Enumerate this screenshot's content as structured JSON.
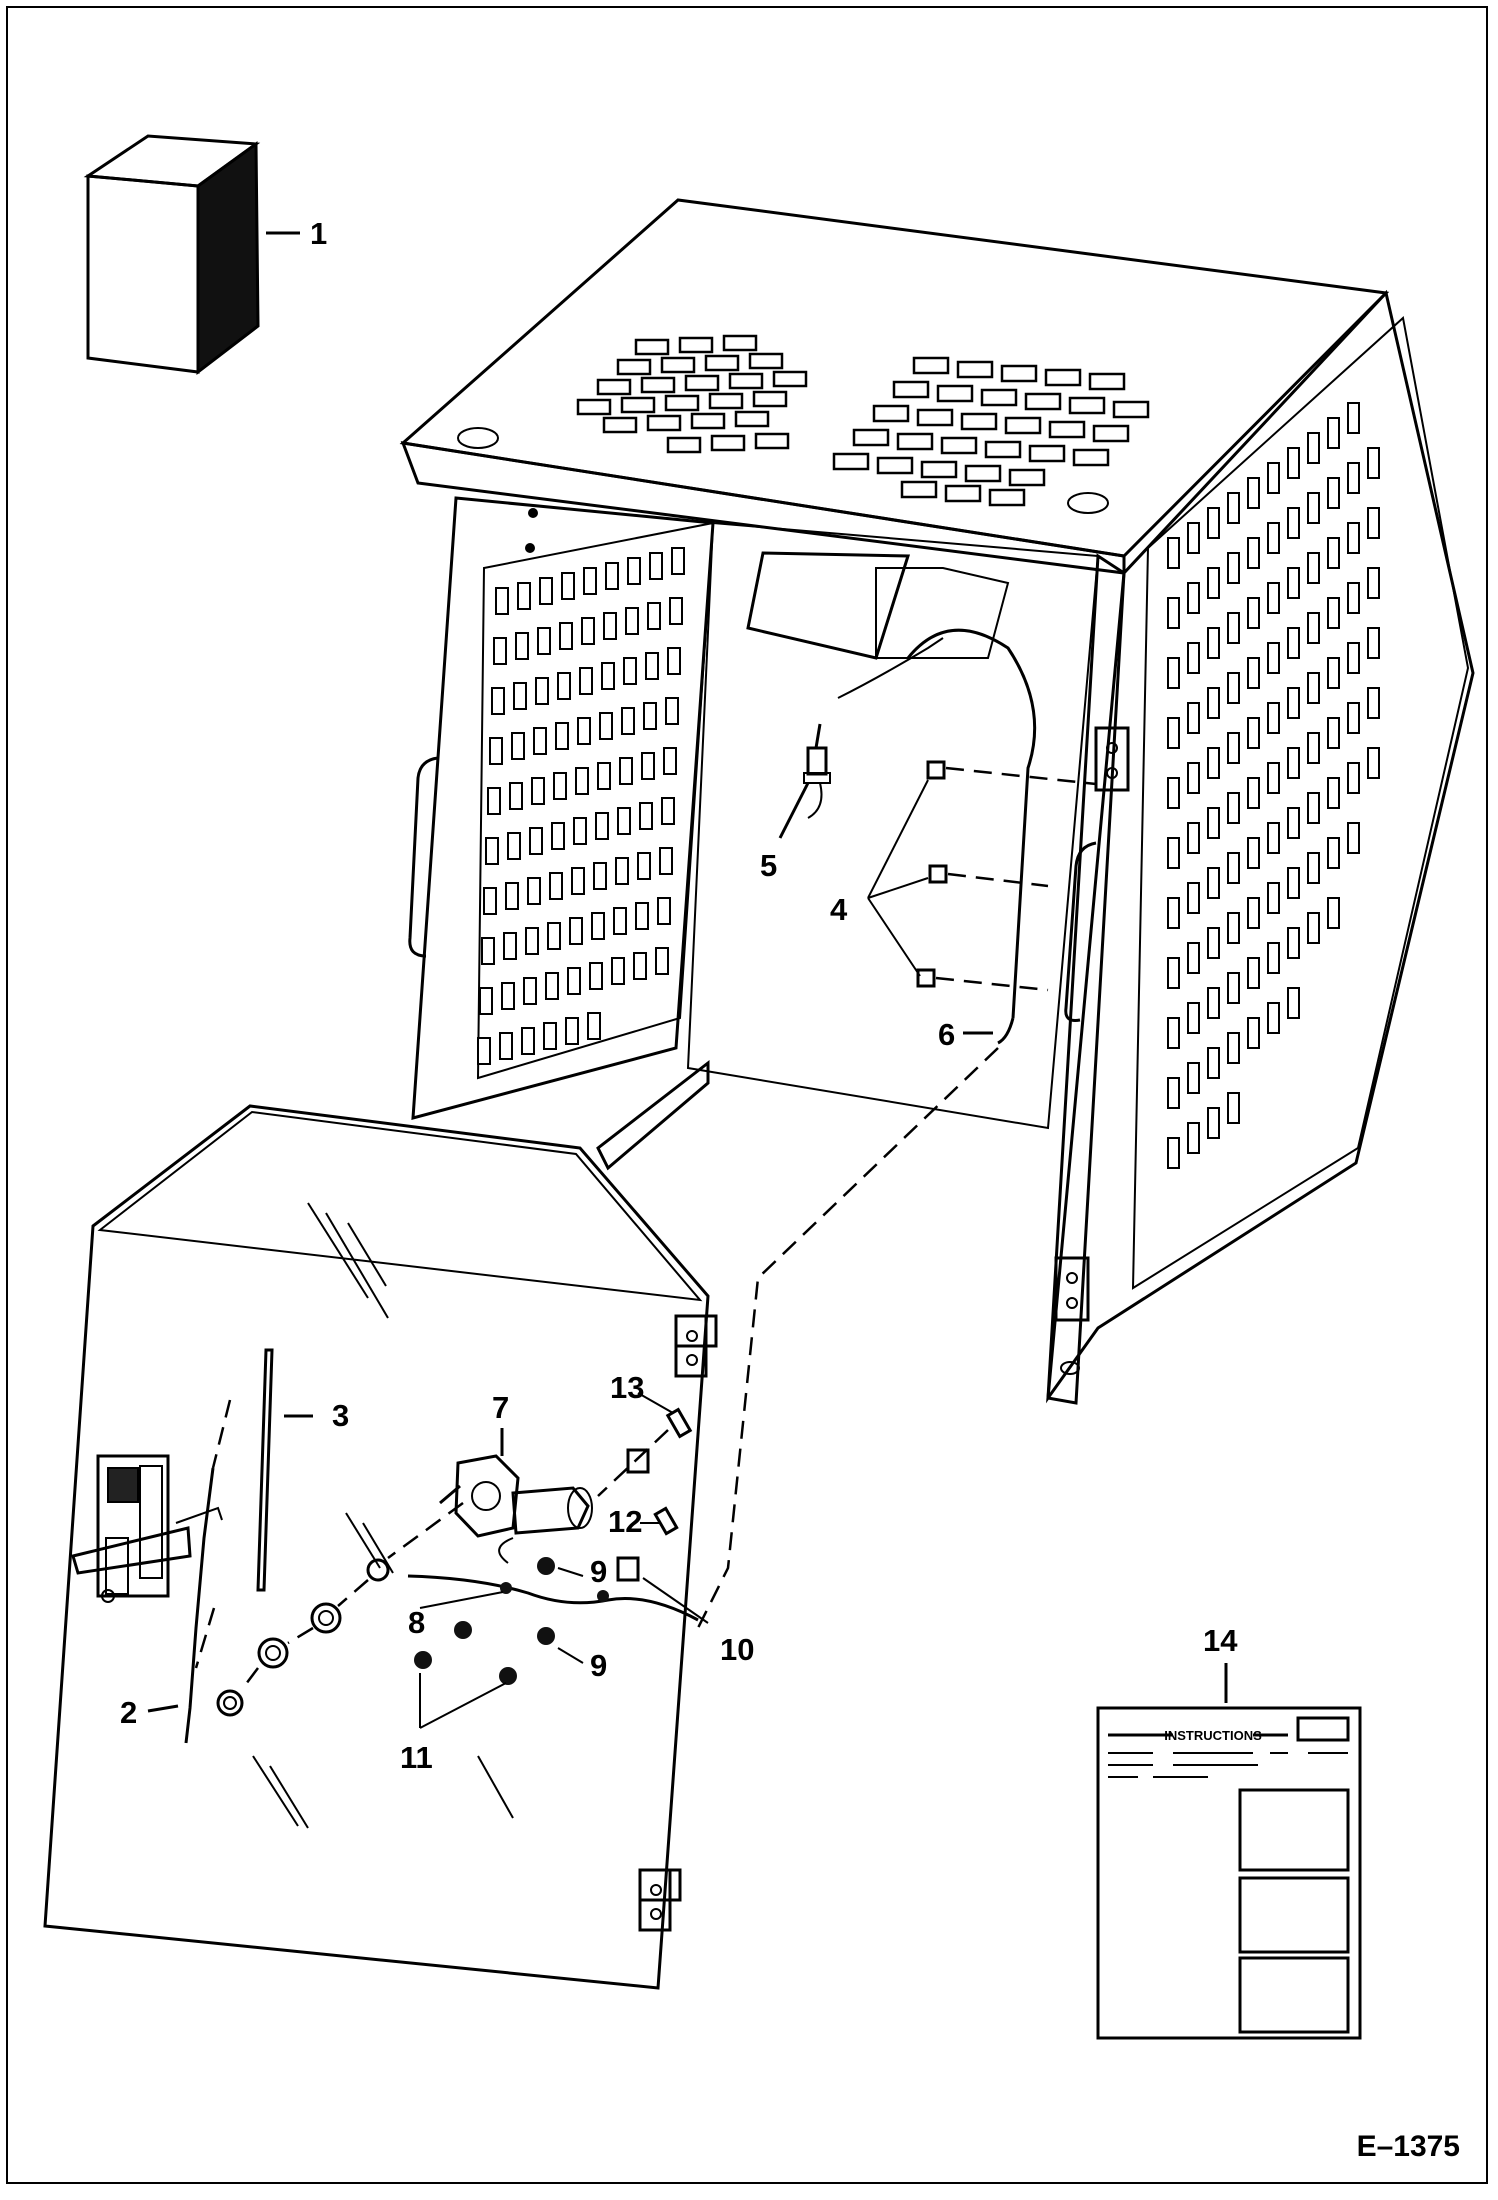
{
  "figure": {
    "id_label": "E–1375"
  },
  "callouts": {
    "c1": "1",
    "c2": "2",
    "c3": "3",
    "c4": "4",
    "c5": "5",
    "c6": "6",
    "c7": "7",
    "c8": "8",
    "c9a": "9",
    "c9b": "9",
    "c10": "10",
    "c11": "11",
    "c12": "12",
    "c13": "13",
    "c14": "14"
  },
  "instruction_sheet": {
    "heading": "INSTRUCTIONS"
  }
}
